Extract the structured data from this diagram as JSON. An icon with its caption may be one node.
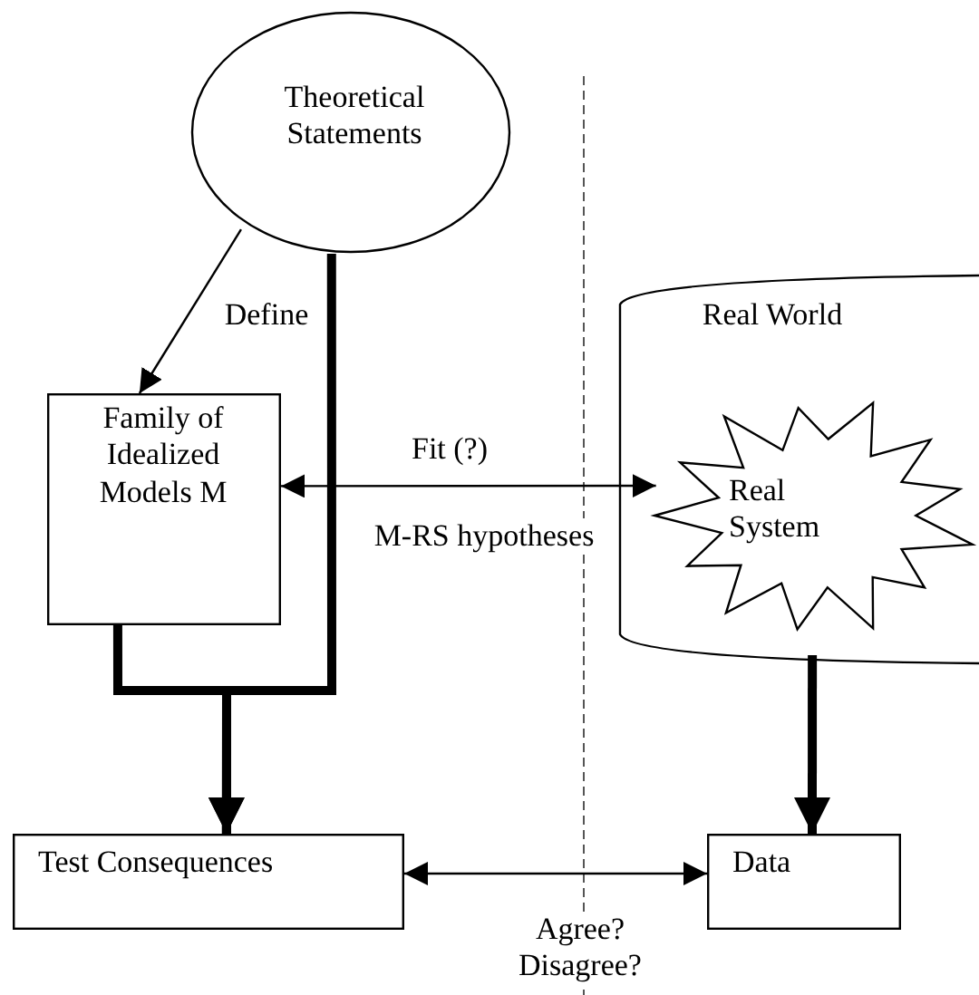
{
  "diagram": {
    "nodes": [
      {
        "text": [
          "Theoretical Statements"
        ]
      },
      {
        "text": [
          "Family of Idealized Models M"
        ]
      },
      {
        "text": [
          "Real World"
        ]
      },
      {
        "text": [
          "Real System"
        ],
        "in": 2
      },
      {
        "text": [
          "Test Consequences"
        ]
      },
      {
        "text": [
          "Data"
        ]
      }
    ],
    "edges": [
      {
        "from": 0,
        "to": 1,
        "arrow": "to",
        "label": "Define"
      },
      {
        "from": 0,
        "to": 4,
        "arrow": "to",
        "style": "thick"
      },
      {
        "from": 1,
        "to": 4,
        "arrow": "to",
        "style": "thick"
      },
      {
        "from": 1,
        "to": 3,
        "arrow": "both",
        "label": "Fit (?)"
      },
      {
        "from": 2,
        "to": 5,
        "arrow": "to",
        "style": "thick"
      },
      {
        "from": 4,
        "to": 5,
        "arrow": "both",
        "label": "Agree? Disagree?"
      }
    ],
    "labels": [
      "M-RS hypotheses"
    ]
  }
}
